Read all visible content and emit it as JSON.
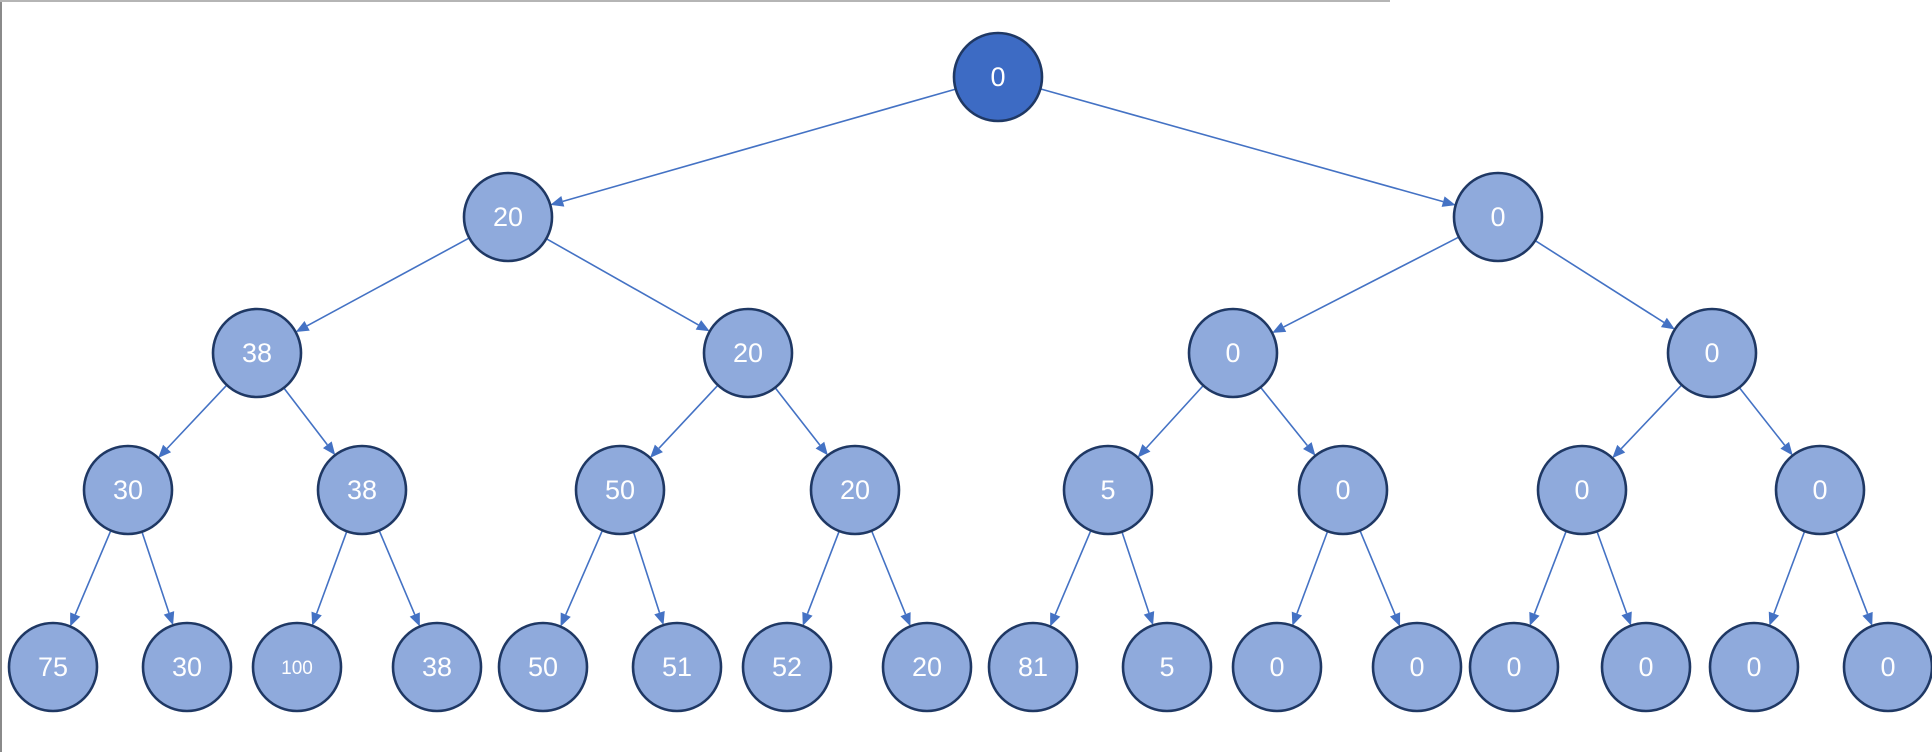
{
  "canvas": {
    "background": "#ffffff",
    "left_border_color": "#8a8a8a",
    "top_border_color": "#b5b5b5"
  },
  "tree": {
    "type": "binary-tree",
    "node_fill_root": "#3d6bc4",
    "node_fill": "#8faadc",
    "node_border": "#1f3864",
    "edge_color": "#4472c4",
    "text_color": "#ffffff",
    "levels": [
      {
        "values": [
          "0"
        ]
      },
      {
        "values": [
          "20",
          "0"
        ]
      },
      {
        "values": [
          "38",
          "20",
          "0",
          "0"
        ]
      },
      {
        "values": [
          "30",
          "38",
          "50",
          "20",
          "5",
          "0",
          "0",
          "0"
        ]
      },
      {
        "values": [
          "75",
          "30",
          "100",
          "38",
          "50",
          "51",
          "52",
          "20",
          "81",
          "5",
          "0",
          "0",
          "0",
          "0",
          "0",
          "0"
        ]
      }
    ]
  }
}
